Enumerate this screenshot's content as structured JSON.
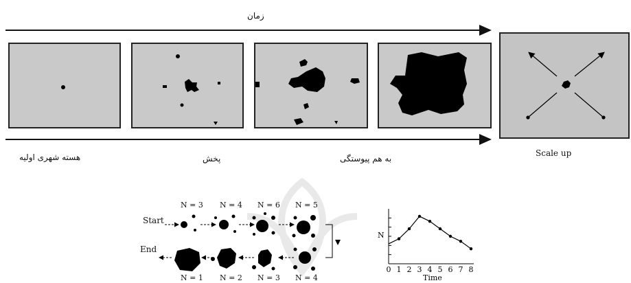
{
  "top": {
    "time_label": "زمان",
    "stage_labels": {
      "initial_core": "هسته شهری اولیه",
      "diffusion": "پخش",
      "coalescence": "به هم پیوستگی",
      "scale_up": "Scale up"
    }
  },
  "bottom": {
    "start_label": "Start",
    "end_label": "End",
    "top_row_counts": [
      "N = 3",
      "N = 4",
      "N = 6",
      "N = 5"
    ],
    "bottom_row_counts": [
      "N = 1",
      "N = 2",
      "N = 3",
      "N = 4"
    ],
    "chart_data": {
      "type": "line",
      "x": [
        0,
        1,
        2,
        3,
        4,
        5,
        6,
        7,
        8
      ],
      "y": [
        4,
        5,
        7,
        9.5,
        8.5,
        7,
        5.5,
        4.5,
        3
      ],
      "xlabel": "Time",
      "ylabel": "N",
      "xticks": [
        "0",
        "1",
        "2",
        "3",
        "4",
        "5",
        "6",
        "7",
        "8"
      ],
      "xlim": [
        0,
        8
      ],
      "ylim": [
        0,
        11
      ]
    }
  }
}
